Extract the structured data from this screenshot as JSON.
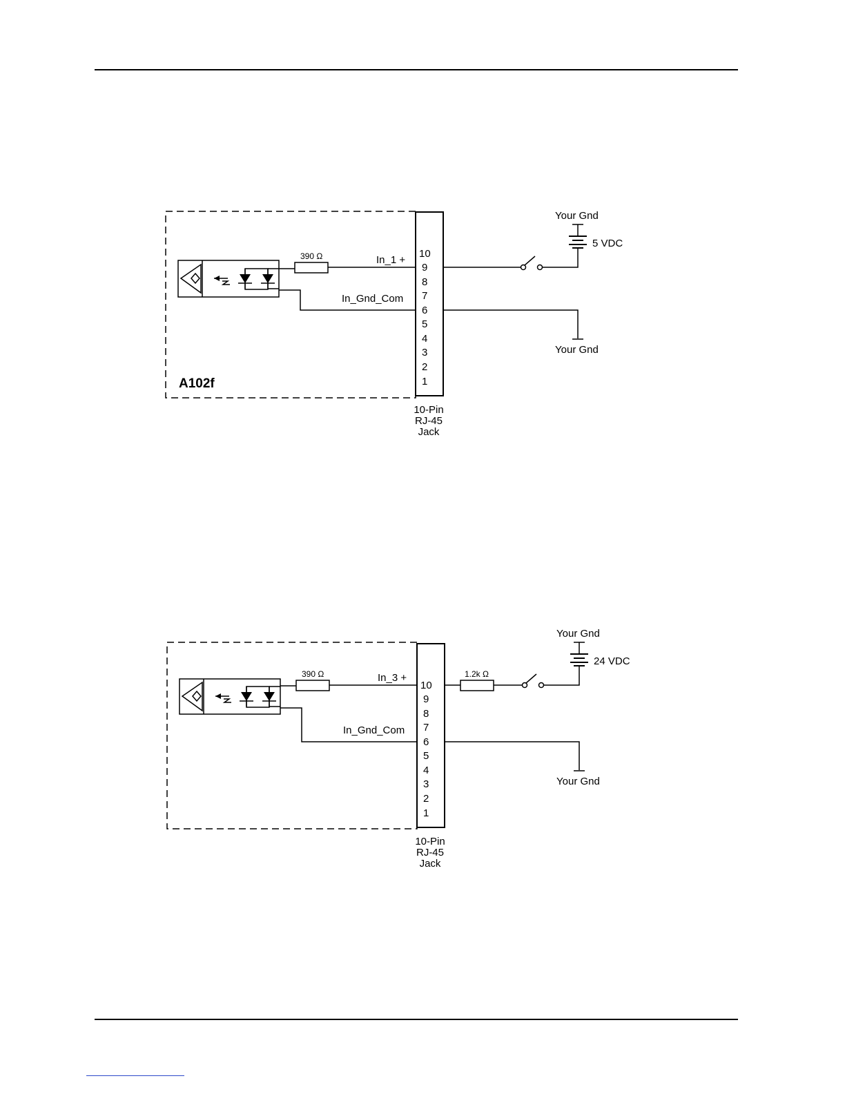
{
  "page": {
    "colors": {
      "line": "#000000",
      "background": "#ffffff",
      "footer_link": "#2b47c9"
    }
  },
  "diagrams": [
    {
      "module_label": "A102f",
      "resistor_label": "390 Ω",
      "signal_label": "In_1 +",
      "common_label": "In_Gnd_Com",
      "pins": [
        "10",
        "9",
        "8",
        "7",
        "6",
        "5",
        "4",
        "3",
        "2",
        "1"
      ],
      "connector_label": [
        "10-Pin",
        "RJ-45",
        "Jack"
      ],
      "supply_gnd_label": "Your Gnd",
      "supply_voltage_label": "5 VDC",
      "return_gnd_label": "Your Gnd",
      "external_resistor_label": ""
    },
    {
      "module_label": "",
      "resistor_label": "390 Ω",
      "signal_label": "In_3 +",
      "common_label": "In_Gnd_Com",
      "pins": [
        "10",
        "9",
        "8",
        "7",
        "6",
        "5",
        "4",
        "3",
        "2",
        "1"
      ],
      "connector_label": [
        "10-Pin",
        "RJ-45",
        "Jack"
      ],
      "supply_gnd_label": "Your Gnd",
      "supply_voltage_label": "24 VDC",
      "return_gnd_label": "Your Gnd",
      "external_resistor_label": "1.2k Ω"
    }
  ]
}
